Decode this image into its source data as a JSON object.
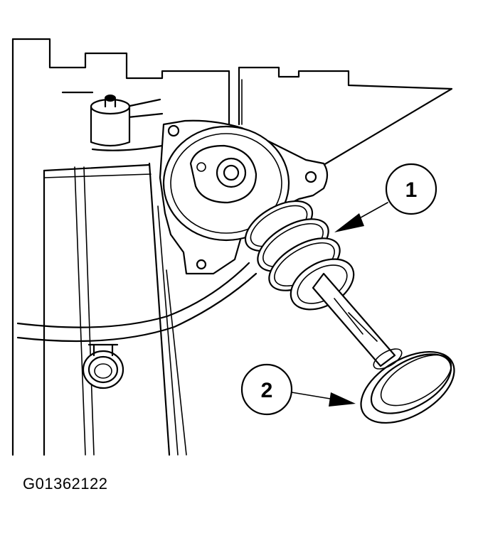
{
  "figure_id": "G01362122",
  "callouts": [
    {
      "label": "1"
    },
    {
      "label": "2"
    }
  ],
  "colors": {
    "line": "#000000",
    "background": "#ffffff"
  }
}
